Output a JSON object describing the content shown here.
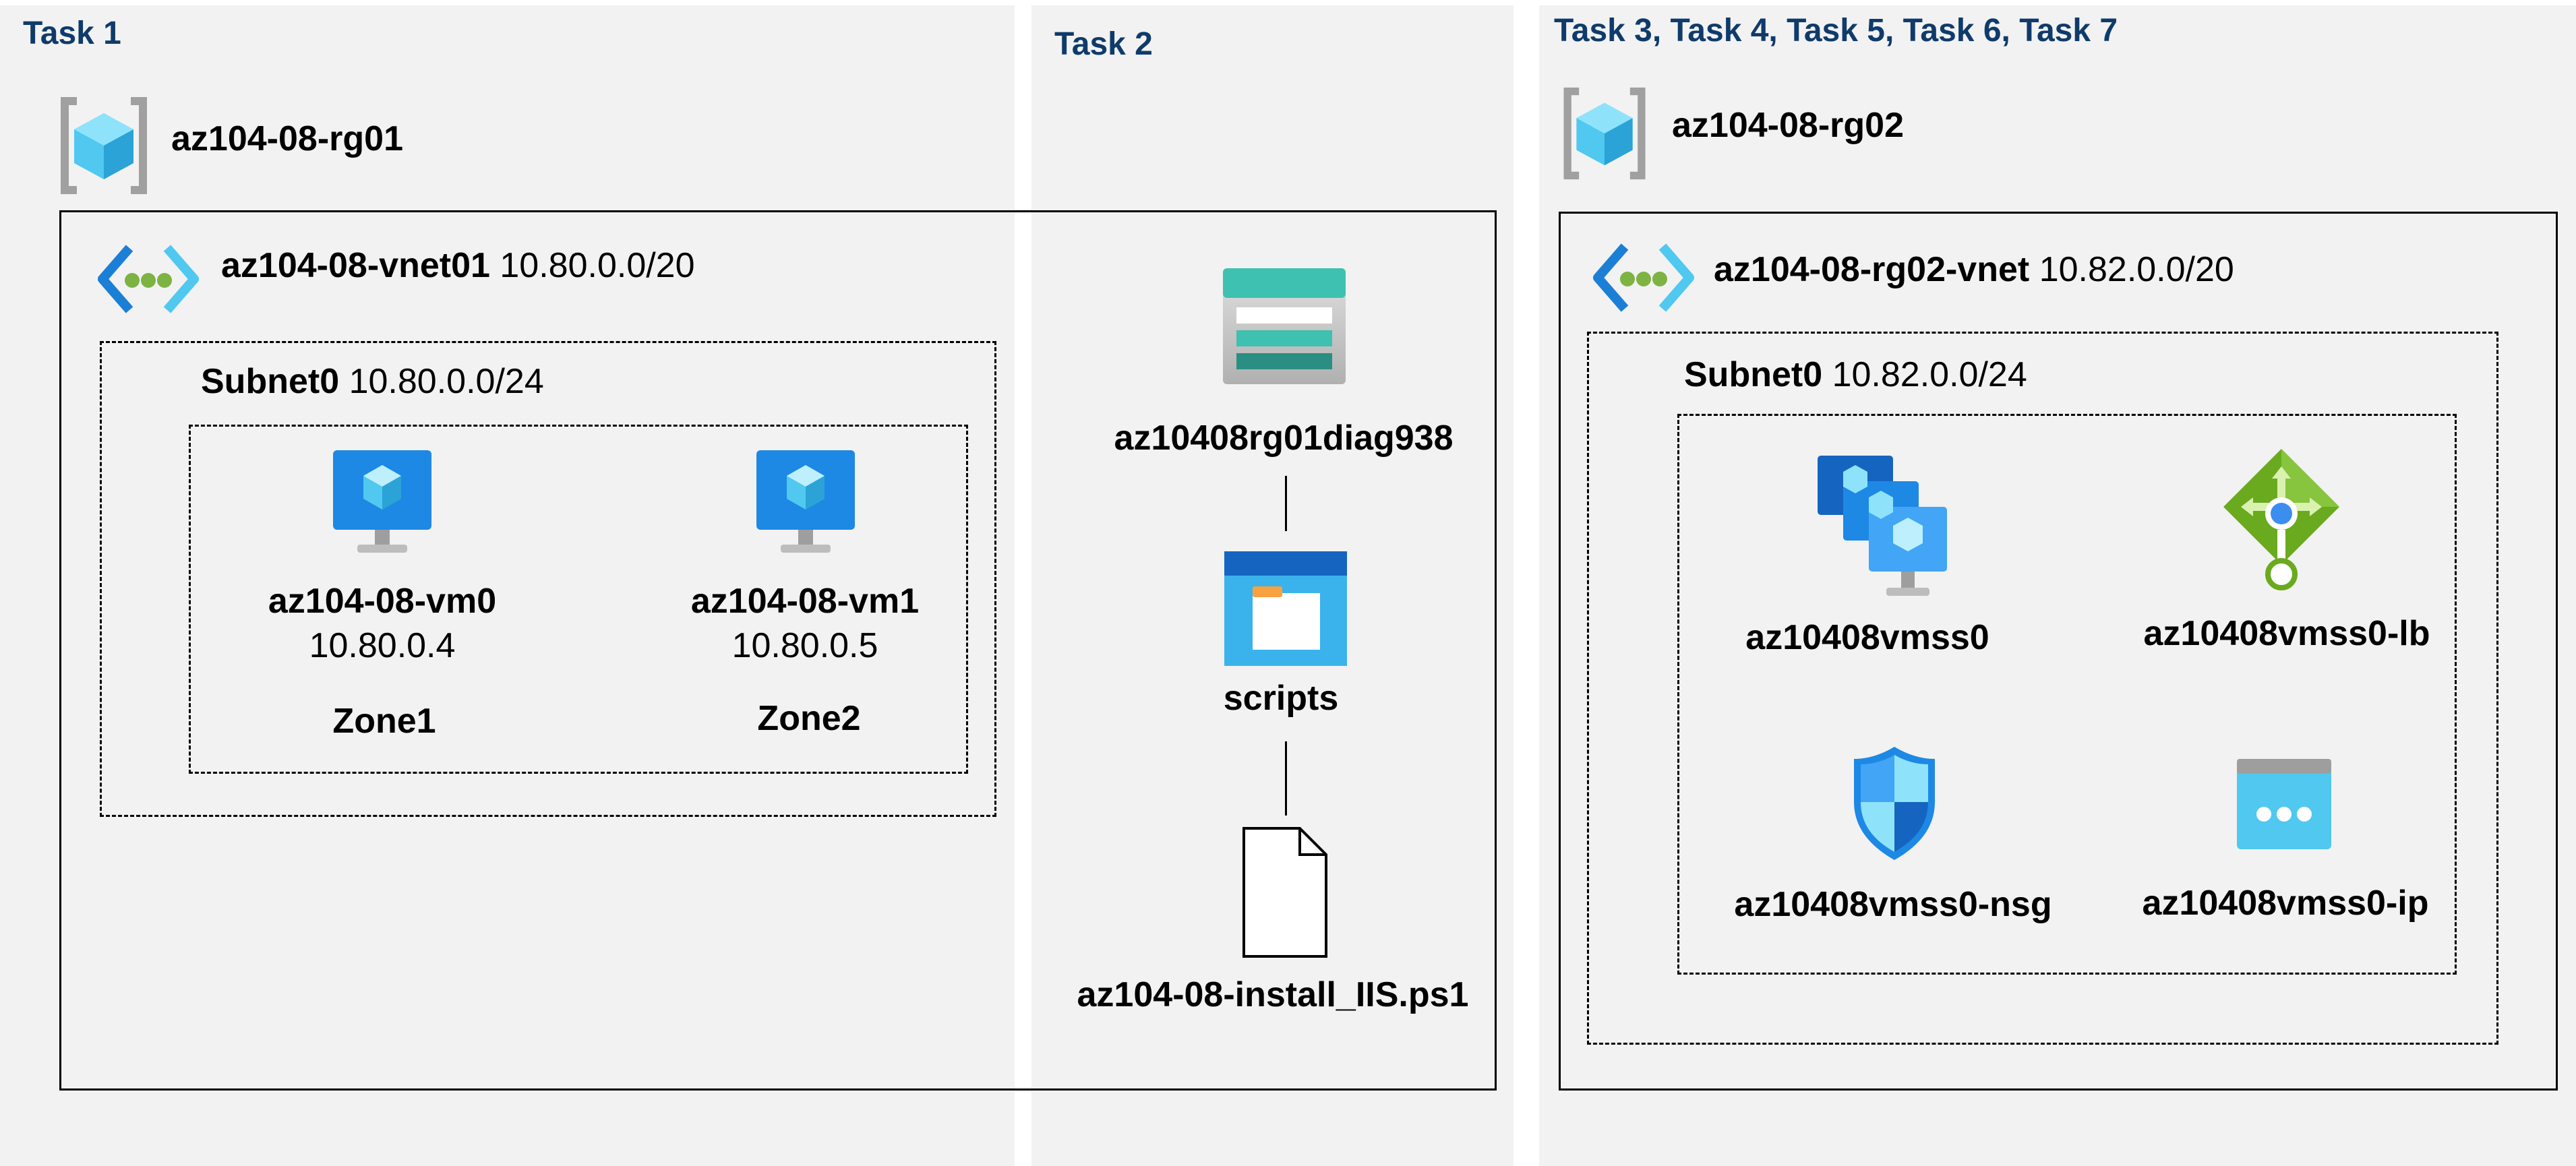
{
  "task1": {
    "title": "Task 1",
    "rg_name": "az104-08-rg01",
    "vnet": {
      "name": "az104-08-vnet01",
      "cidr": "10.80.0.0/20"
    },
    "subnet": {
      "name": "Subnet0",
      "cidr": "10.80.0.0/24"
    },
    "vms": [
      {
        "name": "az104-08-vm0",
        "ip": "10.80.0.4",
        "zone": "Zone1"
      },
      {
        "name": "az104-08-vm1",
        "ip": "10.80.0.5",
        "zone": "Zone2"
      }
    ]
  },
  "task2": {
    "title": "Task 2",
    "storage_account": "az10408rg01diag938",
    "container": "scripts",
    "file": "az104-08-install_IIS.ps1"
  },
  "task3": {
    "title": "Task 3, Task 4, Task 5, Task 6, Task 7",
    "rg_name": "az104-08-rg02",
    "vnet": {
      "name": "az104-08-rg02-vnet",
      "cidr": "10.82.0.0/20"
    },
    "subnet": {
      "name": "Subnet0",
      "cidr": "10.82.0.0/24"
    },
    "resources": {
      "vmss": "az10408vmss0",
      "lb": "az10408vmss0-lb",
      "nsg": "az10408vmss0-nsg",
      "ip": "az10408vmss0-ip"
    }
  },
  "icons": [
    "resource-group-icon",
    "virtual-network-icon",
    "virtual-machine-icon",
    "storage-account-icon",
    "storage-container-icon",
    "file-icon",
    "vm-scale-set-icon",
    "load-balancer-icon",
    "network-security-group-icon",
    "public-ip-icon"
  ],
  "colors": {
    "task_title": "#0f3b6b",
    "panel": "#f2f2f2",
    "azure_blue": "#1e88e5",
    "vnet_green": "#7cb342",
    "lb_green": "#6aaa1e",
    "storage_teal": "#3ec1b0"
  }
}
